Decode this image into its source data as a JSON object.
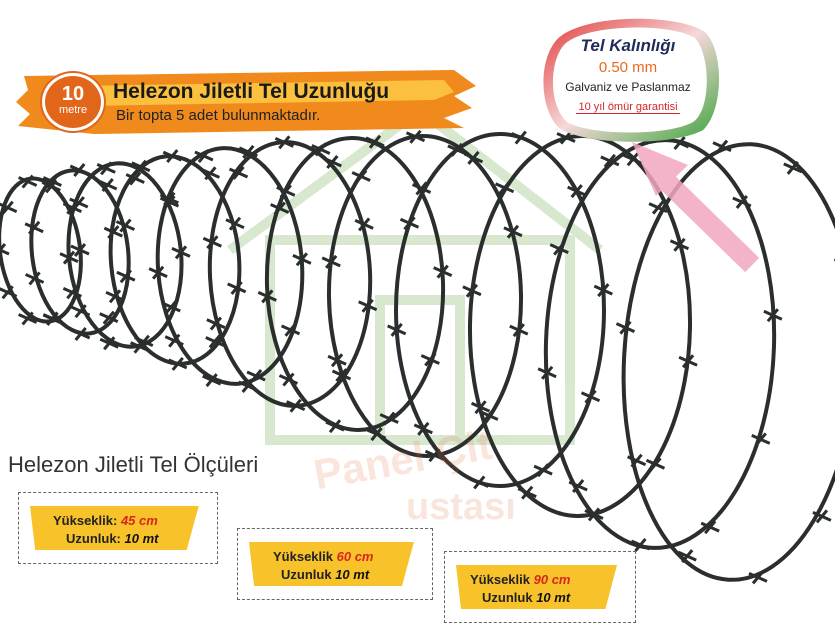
{
  "banner": {
    "badge_number": "10",
    "badge_unit": "metre",
    "title": "Helezon Jiletli Tel Uzunluğu",
    "subtitle": "Bir topta 5 adet bulunmaktadır."
  },
  "info_bubble": {
    "title": "Tel Kalınlığı",
    "thickness": "0.50 mm",
    "material": "Galvaniz ve Paslanmaz",
    "warranty": "10 yıl ömür garantisi"
  },
  "watermark": {
    "line1": "Panel Çit",
    "line2": "ustası"
  },
  "sizes_section": {
    "title": "Helezon Jiletli Tel Ölçüleri",
    "cards": [
      {
        "height_label": "Yükseklik:",
        "height_value": "45 cm",
        "length_label": "Uzunluk:",
        "length_value": "10 mt"
      },
      {
        "height_label": "Yükseklik",
        "height_value": "60 cm",
        "length_label": "Uzunluk",
        "length_value": "10 mt"
      },
      {
        "height_label": "Yükseklik",
        "height_value": "90 cm",
        "length_label": "Uzunluk",
        "length_value": "10 mt"
      }
    ]
  },
  "colors": {
    "orange": "#e2661a",
    "yellow": "#f7c22a",
    "navy": "#1f2b5a",
    "red": "#d4262a",
    "wire": "#2a2e2d"
  }
}
